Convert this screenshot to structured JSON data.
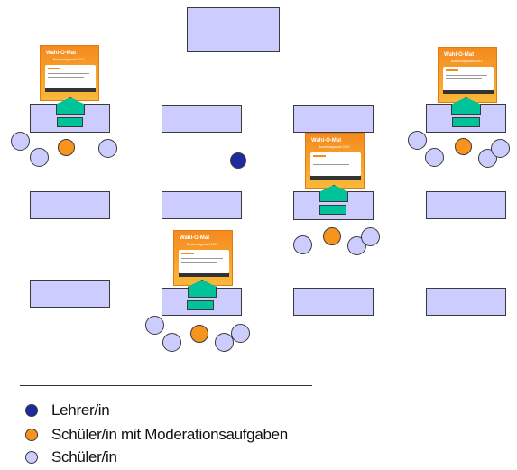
{
  "legend": [
    {
      "label": "Lehrer/in",
      "color": "#1f2a9e"
    },
    {
      "label": "Schüler/in mit Moderationsaufgaben",
      "color": "#f7941d"
    },
    {
      "label": "Schüler/in",
      "color": "#ccccff"
    }
  ],
  "poster": {
    "title": "Wahl-O-Mat",
    "subtitle": "Bundestagswahl 2013"
  },
  "colors": {
    "desk": "#ccccff",
    "laptop": "#00c39a",
    "teacher": "#1f2a9e",
    "moderator": "#f7941d",
    "student": "#ccccff"
  }
}
